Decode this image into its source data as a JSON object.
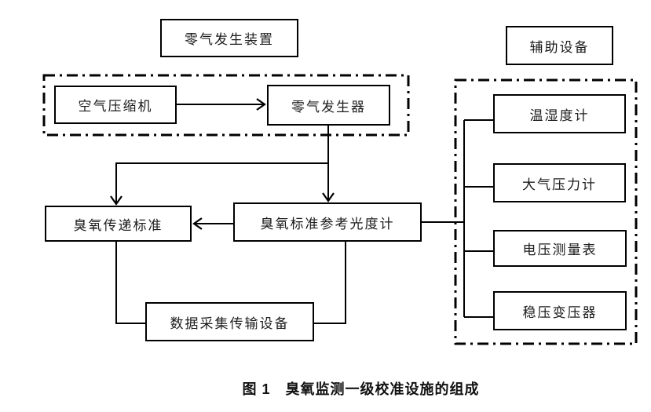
{
  "diagram": {
    "caption": "图 1　臭氧监测一级校准设施的组成",
    "groups": {
      "zero_gas": {
        "title": "零气发生装置"
      },
      "auxiliary": {
        "title": "辅助设备"
      }
    },
    "nodes": {
      "air_compressor": "空气压缩机",
      "zero_gas_generator": "零气发生器",
      "thermo_hygrometer": "温湿度计",
      "barometer": "大气压力计",
      "voltage_meter": "电压测量表",
      "voltage_transformer": "稳压变压器",
      "ozone_transfer_standard": "臭氧传递标准",
      "ozone_reference_photometer": "臭氧标准参考光度计",
      "data_acquisition": "数据采集传输设备"
    },
    "colors": {
      "line": "#000000",
      "background": "#ffffff",
      "text": "#1c1c1c"
    }
  }
}
